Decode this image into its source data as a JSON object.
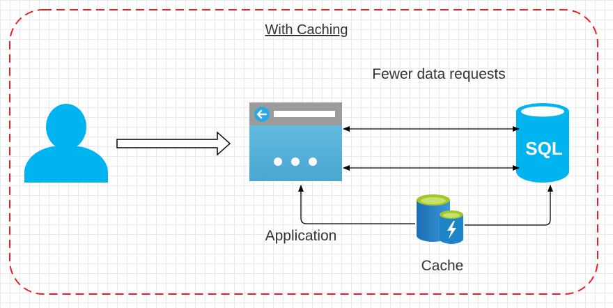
{
  "diagram": {
    "title": "With Caching",
    "nodes": {
      "user": {
        "icon": "user-icon"
      },
      "application": {
        "label": "Application",
        "icon": "browser-window-icon"
      },
      "database": {
        "label": "SQL",
        "icon": "sql-database-icon"
      },
      "cache": {
        "label": "Cache",
        "icon": "cache-icon"
      }
    },
    "edges": {
      "app_db_label": "Fewer data requests"
    },
    "colors": {
      "boundary": "#e8202a",
      "accent": "#00b4f0",
      "window_frame": "#9c9c9c",
      "window_body": "#59b4d9",
      "cache_green": "#a0c628",
      "cache_blue": "#1e84c8"
    }
  }
}
